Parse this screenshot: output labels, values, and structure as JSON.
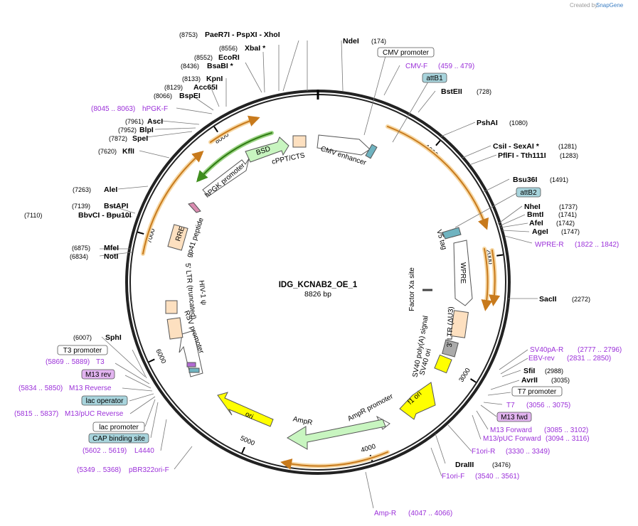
{
  "credit": {
    "prefix": "Created by",
    "brand": "SnapGene"
  },
  "plasmid": {
    "name": "IDG_KCNAB2_OE_1",
    "size_label": "8826 bp",
    "length": 8826
  },
  "ring_ticks": [
    {
      "label": "1000",
      "pos": 1000
    },
    {
      "label": "2000",
      "pos": 2000
    },
    {
      "label": "3000",
      "pos": 3000
    },
    {
      "label": "4000",
      "pos": 4000
    },
    {
      "label": "5000",
      "pos": 5000
    },
    {
      "label": "6000",
      "pos": 6000
    },
    {
      "label": "7000",
      "pos": 7000
    },
    {
      "label": "8000",
      "pos": 8000
    }
  ],
  "sites_left": [
    {
      "pos": "(8753)",
      "name": "PaeR7I  - PspXI  - XhoI"
    },
    {
      "pos": "(8556)",
      "name": "XbaI *"
    },
    {
      "pos": "(8552)",
      "name": "EcoRI"
    },
    {
      "pos": "(8436)",
      "name": "BsaBI *"
    },
    {
      "pos": "(8133)",
      "name": "KpnI"
    },
    {
      "pos": "(8129)",
      "name": "Acc65I"
    },
    {
      "pos": "(8066)",
      "name": "BspEI"
    },
    {
      "pos": "(7961)",
      "name": "AscI"
    },
    {
      "pos": "(7952)",
      "name": "BlpI"
    },
    {
      "pos": "(7872)",
      "name": "SpeI"
    },
    {
      "pos": "(7620)",
      "name": "KflI"
    },
    {
      "pos": "(7263)",
      "name": "AleI"
    },
    {
      "pos": "(7139)",
      "name": "BstAPI"
    },
    {
      "pos": "(7110)",
      "name": "BbvCI  - Bpu10I"
    },
    {
      "pos": "(6875)",
      "name": "MfeI"
    },
    {
      "pos": "(6834)",
      "name": "NotI"
    },
    {
      "pos": "(6007)",
      "name": "SphI"
    }
  ],
  "sites_right": [
    {
      "name": "NdeI",
      "pos": "(174)"
    },
    {
      "name": "BstEII",
      "pos": "(728)"
    },
    {
      "name": "PshAI",
      "pos": "(1080)"
    },
    {
      "name": "CsiI  - SexAI *",
      "pos": "(1281)"
    },
    {
      "name": "PflFI  - Tth111I",
      "pos": "(1283)"
    },
    {
      "name": "Bsu36I",
      "pos": "(1491)"
    },
    {
      "name": "NheI",
      "pos": "(1737)"
    },
    {
      "name": "BmtI",
      "pos": "(1741)"
    },
    {
      "name": "AfeI",
      "pos": "(1742)"
    },
    {
      "name": "AgeI",
      "pos": "(1747)"
    },
    {
      "name": "SacII",
      "pos": "(2272)"
    },
    {
      "name": "SfiI",
      "pos": "(2988)"
    },
    {
      "name": "AvrII",
      "pos": "(3035)"
    },
    {
      "name": "DraIII",
      "pos": "(3476)"
    }
  ],
  "primers": [
    {
      "name": "CMV-F",
      "range": "(459 .. 479)"
    },
    {
      "name": "hPGK-F",
      "range": "(8045 .. 8063)"
    },
    {
      "name": "WPRE-R",
      "range": "(1822 .. 1842)"
    },
    {
      "name": "SV40pA-R",
      "range": "(2777 .. 2796)"
    },
    {
      "name": "EBV-rev",
      "range": "(2831 .. 2850)"
    },
    {
      "name": "T7",
      "range": "(3056 .. 3075)"
    },
    {
      "name": "M13 Forward",
      "range": "(3085 .. 3102)"
    },
    {
      "name": "M13/pUC Forward",
      "range": "(3094 .. 3116)"
    },
    {
      "name": "F1ori-R",
      "range": "(3330 .. 3349)"
    },
    {
      "name": "F1ori-F",
      "range": "(3540 .. 3561)"
    },
    {
      "name": "Amp-R",
      "range": "(4047 .. 4066)"
    },
    {
      "name": "pBR322ori-F",
      "range": "(5349 .. 5368)"
    },
    {
      "name": "L4440",
      "range": "(5602 .. 5619)"
    },
    {
      "name": "M13/pUC Reverse",
      "range": "(5815 .. 5837)"
    },
    {
      "name": "M13 Reverse",
      "range": "(5834 .. 5850)"
    },
    {
      "name": "T3",
      "range": "(5869 .. 5889)"
    }
  ],
  "boxed_labels": [
    {
      "name": "CMV promoter",
      "style": "promoter"
    },
    {
      "name": "attB1",
      "style": "site"
    },
    {
      "name": "attB2",
      "style": "site"
    },
    {
      "name": "T7 promoter",
      "style": "promoter"
    },
    {
      "name": "M13 fwd",
      "style": "primer"
    },
    {
      "name": "T3 promoter",
      "style": "promoter"
    },
    {
      "name": "M13 rev",
      "style": "primer"
    },
    {
      "name": "lac operator",
      "style": "site"
    },
    {
      "name": "lac promoter",
      "style": "promoter"
    },
    {
      "name": "CAP binding site",
      "style": "site"
    }
  ],
  "features": [
    {
      "name": "CMV enhancer"
    },
    {
      "name": "cPPT/CTS"
    },
    {
      "name": "BSD"
    },
    {
      "name": "hPGK promoter"
    },
    {
      "name": "gp41 peptide"
    },
    {
      "name": "RRE"
    },
    {
      "name": "V5 tag"
    },
    {
      "name": "WPRE"
    },
    {
      "name": "Factor Xa site"
    },
    {
      "name": "3' LTR (ΔU3)"
    },
    {
      "name": "SV40 poly(A) signal"
    },
    {
      "name": "SV40 ori"
    },
    {
      "name": "f1 ori"
    },
    {
      "name": "AmpR promoter"
    },
    {
      "name": "AmpR"
    },
    {
      "name": "ori"
    },
    {
      "name": "5' LTR (truncated)"
    },
    {
      "name": "HIV-1 ψ"
    },
    {
      "name": "RSV promoter"
    }
  ],
  "colors": {
    "backbone": "#222222",
    "primer": "#9b30d9",
    "orf_orange": "#c87a1c",
    "orf_glow": "#f6d7a3",
    "bsd_green": "#c8f5c0",
    "bsd_glow": "#57b530",
    "ampr_green": "#c8f5c0",
    "ori_yellow": "#ffff00",
    "misc_peach": "#fde0c0",
    "site_blue": "#a8d4dc",
    "primer_box": "#e2b4f0"
  }
}
